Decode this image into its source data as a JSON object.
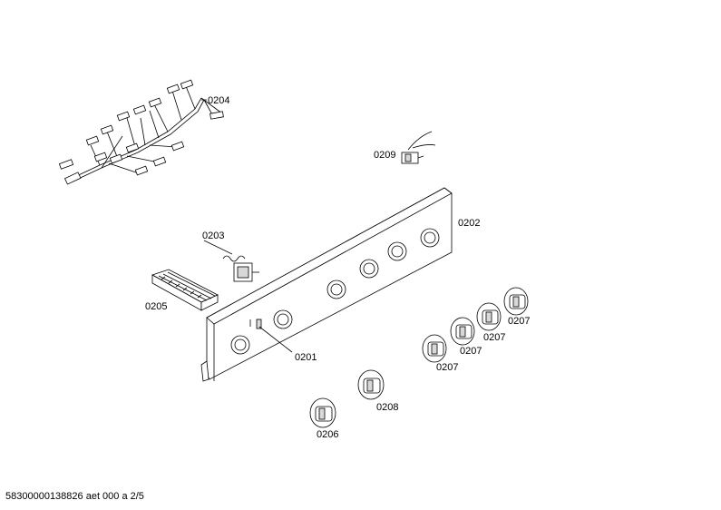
{
  "parts": {
    "p0201": "0201",
    "p0202": "0202",
    "p0203": "0203",
    "p0204": "0204",
    "p0205": "0205",
    "p0206": "0206",
    "p0207a": "0207",
    "p0207b": "0207",
    "p0207c": "0207",
    "p0207d": "0207",
    "p0208": "0208",
    "p0209": "0209"
  },
  "footer": "58300000138826 aet 000 a 2/5"
}
